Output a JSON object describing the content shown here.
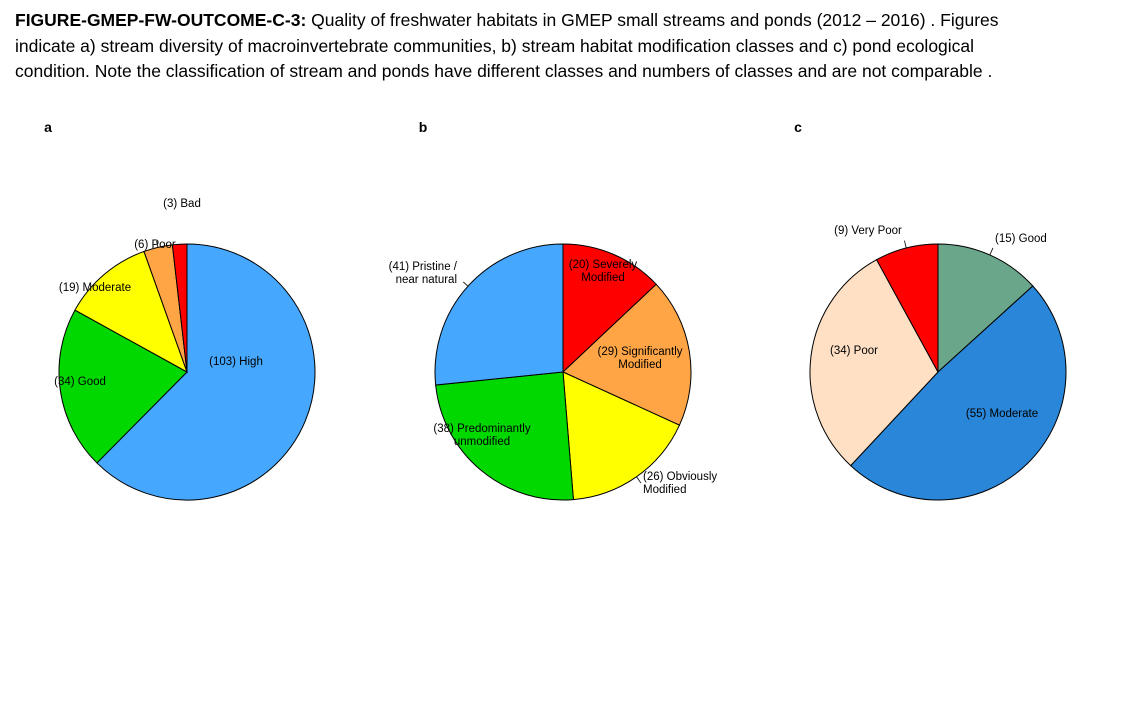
{
  "caption": {
    "figure_id": "FIGURE-GMEP-FW-OUTCOME-C-3:",
    "line1_rest": " Quality of freshwater habitats in GMEP small streams and ponds (2012 – 2016) .  Figures",
    "line2": "indicate a) stream diversity of macroinvertebrate communities, b) stream habitat modification classes and c) pond ecological",
    "line3": "condition. Note the classification of stream and ponds have different classes and numbers of classes and are not comparable ."
  },
  "chart_data": [
    {
      "type": "pie",
      "panel": "a",
      "title": "",
      "start_angle_deg": 90,
      "direction": "clockwise",
      "slices": [
        {
          "value": 103,
          "label": [
            "(103) High"
          ],
          "color": "#46A7FF"
        },
        {
          "value": 34,
          "label": [
            "(34) Good"
          ],
          "color": "#00D800"
        },
        {
          "value": 19,
          "label": [
            "(19) Moderate"
          ],
          "color": "#FFFF00"
        },
        {
          "value": 6,
          "label": [
            "(6) Poor"
          ],
          "color": "#FFA545"
        },
        {
          "value": 3,
          "label": [
            "(3) Bad"
          ],
          "color": "#FF0000"
        }
      ]
    },
    {
      "type": "pie",
      "panel": "b",
      "title": "",
      "start_angle_deg": 90,
      "direction": "clockwise",
      "slices": [
        {
          "value": 20,
          "label": [
            "(20) Severely",
            "Modified"
          ],
          "color": "#FF0000"
        },
        {
          "value": 29,
          "label": [
            "(29) Significantly",
            "Modified"
          ],
          "color": "#FFA545"
        },
        {
          "value": 26,
          "label": [
            "(26) Obviously",
            "Modified"
          ],
          "color": "#FFFF00"
        },
        {
          "value": 38,
          "label": [
            "(38) Predominantly",
            "unmodified"
          ],
          "color": "#00D800"
        },
        {
          "value": 41,
          "label": [
            "(41) Pristine /",
            "near natural"
          ],
          "color": "#46A7FF"
        }
      ]
    },
    {
      "type": "pie",
      "panel": "c",
      "title": "",
      "start_angle_deg": 90,
      "direction": "clockwise",
      "slices": [
        {
          "value": 15,
          "label": [
            "(15) Good"
          ],
          "color": "#69A68A"
        },
        {
          "value": 55,
          "label": [
            "(55) Moderate"
          ],
          "color": "#2986D8"
        },
        {
          "value": 34,
          "label": [
            "(34) Poor"
          ],
          "color": "#FFE0C4"
        },
        {
          "value": 9,
          "label": [
            "(9) Very Poor"
          ],
          "color": "#FF0000"
        }
      ]
    }
  ]
}
